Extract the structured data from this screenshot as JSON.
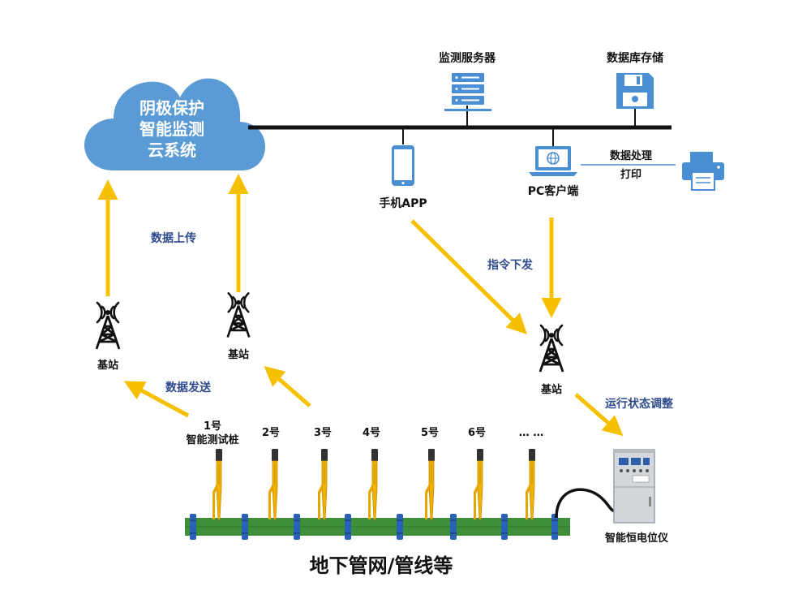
{
  "colors": {
    "cloud": "#5b9bd5",
    "icon_blue": "#4a8fd4",
    "arrow": "#f5c000",
    "label_blue": "#2e4a8c",
    "pipe": "#3f8f3a",
    "pole": "#f0b000",
    "bus": "#111111"
  },
  "cloud": {
    "lines": [
      "阴极保护",
      "智能监测",
      "云系统"
    ]
  },
  "network": {
    "server_label": "监测服务器",
    "database_label": "数据库存储",
    "phone_label": "手机APP",
    "pc_label": "PC客户端",
    "process_label_1": "数据处理",
    "process_label_2": "打印"
  },
  "flows": {
    "upload": "数据上传",
    "send": "数据发送",
    "command": "指令下发",
    "adjust": "运行状态调整"
  },
  "stations": [
    "基站",
    "基站",
    "基站"
  ],
  "test_piles": [
    {
      "label": "1号",
      "sub": "智能测试桩"
    },
    {
      "label": "2号"
    },
    {
      "label": "3号"
    },
    {
      "label": "4号"
    },
    {
      "label": "5号"
    },
    {
      "label": "6号"
    },
    {
      "label": "… …"
    }
  ],
  "device_label": "智能恒电位仪",
  "pipeline_label": "地下管网/管线等",
  "icons": {
    "cloud": "cloud-icon",
    "server": "server-icon",
    "database": "floppy-disk-icon",
    "phone": "smartphone-icon",
    "pc": "laptop-globe-icon",
    "printer": "printer-icon",
    "tower": "radio-tower-icon",
    "potentiostat": "cabinet-icon"
  }
}
